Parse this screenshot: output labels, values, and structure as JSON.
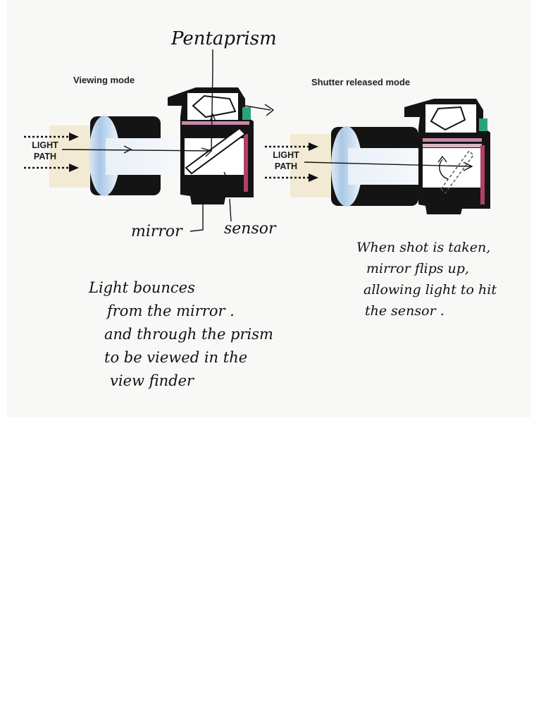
{
  "labels": {
    "viewing_mode": "Viewing mode",
    "shutter_mode": "Shutter released mode",
    "pentaprism": "Pentaprism",
    "mirror": "mirror",
    "sensor": "sensor",
    "light_path_1": "LIGHT",
    "light_path_2": "PATH"
  },
  "notes": {
    "left": [
      "Light bounces",
      "from the mirror .",
      "and through the prism",
      "to be viewed in the",
      "view finder"
    ],
    "right": [
      "When shot is taken,",
      "mirror flips up,",
      "allowing light to hit",
      "the sensor ."
    ]
  },
  "colors": {
    "camera_body": "#141414",
    "lens_glass": "#a9c8e6",
    "sensor_line": "#b0406a",
    "ink": "#111111"
  }
}
